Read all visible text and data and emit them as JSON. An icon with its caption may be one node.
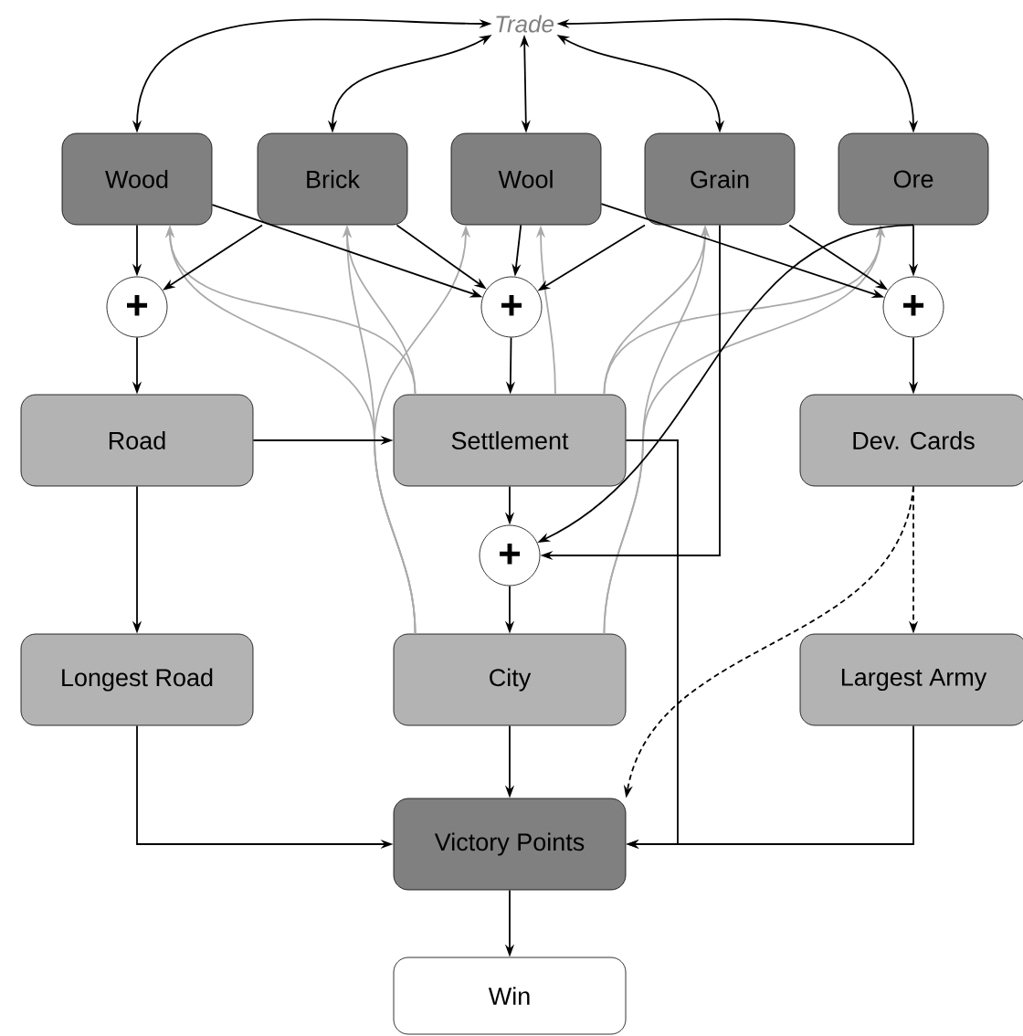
{
  "diagram": {
    "nodes": [
      {
        "text": [
          "Trade"
        ]
      },
      {
        "text": [
          "Wood"
        ]
      },
      {
        "text": [
          "Brick"
        ]
      },
      {
        "text": [
          "Wool"
        ]
      },
      {
        "text": [
          "Grain"
        ]
      },
      {
        "text": [
          "Ore"
        ]
      },
      {
        "text": [
          "+"
        ]
      },
      {
        "text": [
          "+"
        ]
      },
      {
        "text": [
          "+"
        ]
      },
      {
        "text": [
          "Road"
        ]
      },
      {
        "text": [
          "Settlement"
        ]
      },
      {
        "text": [
          "Dev. Cards"
        ]
      },
      {
        "text": [
          "+"
        ]
      },
      {
        "text": [
          "Longest Road"
        ]
      },
      {
        "text": [
          "City"
        ]
      },
      {
        "text": [
          "Largest Army"
        ]
      },
      {
        "text": [
          "Victory Points"
        ]
      },
      {
        "text": [
          "Win"
        ]
      }
    ],
    "edges": [
      {
        "from": 0,
        "to": 1,
        "arrow": "both"
      },
      {
        "from": 0,
        "to": 2,
        "arrow": "both"
      },
      {
        "from": 0,
        "to": 3,
        "arrow": "both"
      },
      {
        "from": 0,
        "to": 4,
        "arrow": "both"
      },
      {
        "from": 0,
        "to": 5,
        "arrow": "both"
      },
      {
        "from": 1,
        "to": 6,
        "arrow": "to"
      },
      {
        "from": 1,
        "to": 7,
        "arrow": "to"
      },
      {
        "from": 2,
        "to": 6,
        "arrow": "to"
      },
      {
        "from": 2,
        "to": 7,
        "arrow": "to"
      },
      {
        "from": 3,
        "to": 7,
        "arrow": "to"
      },
      {
        "from": 3,
        "to": 8,
        "arrow": "to"
      },
      {
        "from": 4,
        "to": 7,
        "arrow": "to"
      },
      {
        "from": 4,
        "to": 8,
        "arrow": "to"
      },
      {
        "from": 5,
        "to": 8,
        "arrow": "to"
      },
      {
        "from": 5,
        "to": 12,
        "arrow": "to"
      },
      {
        "from": 4,
        "to": 12,
        "arrow": "to"
      },
      {
        "from": 6,
        "to": 9,
        "arrow": "to"
      },
      {
        "from": 7,
        "to": 10,
        "arrow": "to"
      },
      {
        "from": 8,
        "to": 11,
        "arrow": "to"
      },
      {
        "from": 9,
        "to": 10,
        "arrow": "to"
      },
      {
        "from": 10,
        "to": 12,
        "arrow": "to"
      },
      {
        "from": 12,
        "to": 14,
        "arrow": "to"
      },
      {
        "from": 9,
        "to": 13,
        "arrow": "to"
      },
      {
        "from": 11,
        "to": 15,
        "arrow": "to",
        "style": "dashed"
      },
      {
        "from": 11,
        "to": 16,
        "arrow": "to",
        "style": "dashed"
      },
      {
        "from": 13,
        "to": 16,
        "arrow": "to"
      },
      {
        "from": 14,
        "to": 16,
        "arrow": "to"
      },
      {
        "from": 15,
        "to": 16,
        "arrow": "to"
      },
      {
        "from": 10,
        "to": 16,
        "arrow": "to"
      },
      {
        "from": 16,
        "to": 17,
        "arrow": "to"
      },
      {
        "from": 10,
        "to": 1,
        "arrow": "to",
        "color": "#aaaaaa"
      },
      {
        "from": 10,
        "to": 2,
        "arrow": "to",
        "color": "#aaaaaa"
      },
      {
        "from": 10,
        "to": 3,
        "arrow": "to",
        "color": "#aaaaaa"
      },
      {
        "from": 10,
        "to": 4,
        "arrow": "to",
        "color": "#aaaaaa"
      },
      {
        "from": 10,
        "to": 5,
        "arrow": "to",
        "color": "#aaaaaa"
      },
      {
        "from": 14,
        "to": 1,
        "arrow": "to",
        "color": "#aaaaaa"
      },
      {
        "from": 14,
        "to": 2,
        "arrow": "to",
        "color": "#aaaaaa"
      },
      {
        "from": 14,
        "to": 3,
        "arrow": "to",
        "color": "#aaaaaa"
      },
      {
        "from": 14,
        "to": 4,
        "arrow": "to",
        "color": "#aaaaaa"
      },
      {
        "from": 14,
        "to": 5,
        "arrow": "to",
        "color": "#aaaaaa"
      }
    ]
  }
}
